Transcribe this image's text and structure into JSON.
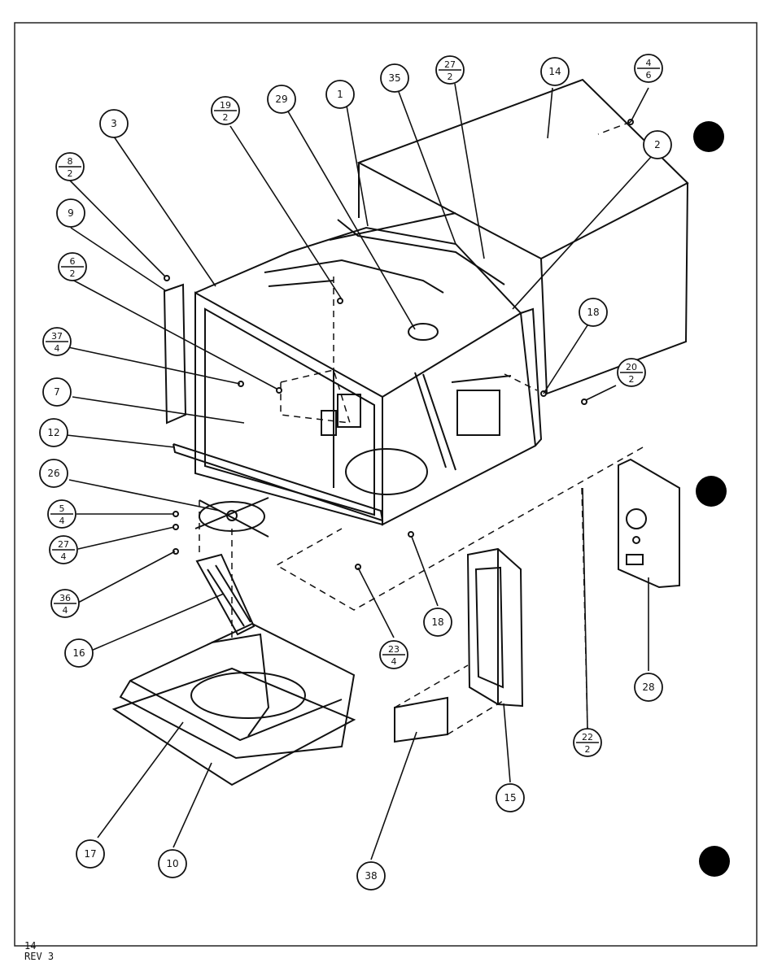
{
  "callouts": [
    {
      "id": "c3",
      "top": "3"
    },
    {
      "id": "c8-2",
      "top": "8",
      "bottom": "2"
    },
    {
      "id": "c9",
      "top": "9"
    },
    {
      "id": "c6-2",
      "top": "6",
      "bottom": "2"
    },
    {
      "id": "c37-4",
      "top": "37",
      "bottom": "4"
    },
    {
      "id": "c7",
      "top": "7"
    },
    {
      "id": "c12",
      "top": "12"
    },
    {
      "id": "c26",
      "top": "26"
    },
    {
      "id": "c5-4",
      "top": "5",
      "bottom": "4"
    },
    {
      "id": "c27-4",
      "top": "27",
      "bottom": "4"
    },
    {
      "id": "c36-4",
      "top": "36",
      "bottom": "4"
    },
    {
      "id": "c16",
      "top": "16"
    },
    {
      "id": "c19-2",
      "top": "19",
      "bottom": "2"
    },
    {
      "id": "c29",
      "top": "29"
    },
    {
      "id": "c1",
      "top": "1"
    },
    {
      "id": "c35",
      "top": "35"
    },
    {
      "id": "c27-2",
      "top": "27",
      "bottom": "2"
    },
    {
      "id": "c14",
      "top": "14"
    },
    {
      "id": "c4-6",
      "top": "4",
      "bottom": "6"
    },
    {
      "id": "c2",
      "top": "2"
    },
    {
      "id": "c18a",
      "top": "18"
    },
    {
      "id": "c20-2",
      "top": "20",
      "bottom": "2"
    },
    {
      "id": "c18b",
      "top": "18"
    },
    {
      "id": "c23-4",
      "top": "23",
      "bottom": "4"
    },
    {
      "id": "c28",
      "top": "28"
    },
    {
      "id": "c22-2",
      "top": "22",
      "bottom": "2"
    },
    {
      "id": "c15",
      "top": "15"
    },
    {
      "id": "c38",
      "top": "38"
    },
    {
      "id": "c17",
      "top": "17"
    },
    {
      "id": "c10",
      "top": "10"
    }
  ],
  "footer": {
    "page": "14",
    "revision": "REV 3"
  }
}
